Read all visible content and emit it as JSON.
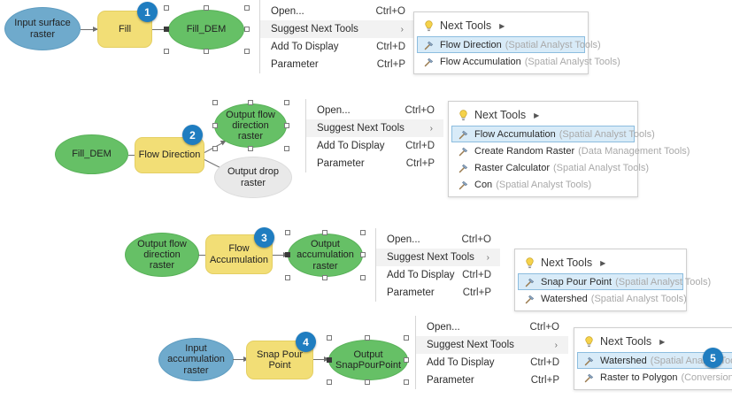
{
  "accent": {
    "badge_blue": "#1F7DC0",
    "select_fill": "#D8EBF8",
    "select_border": "#8CBDDF",
    "node_blue": "#6FAACC",
    "node_green": "#66C066",
    "node_yellow": "#F2DE76",
    "node_gray": "#E9E9E9",
    "menu_hover": "#F2F2F2"
  },
  "menu": {
    "open_label": "Open...",
    "open_accel": "Ctrl+O",
    "suggest_label": "Suggest Next Tools",
    "suggest_chevron": "›",
    "display_label": "Add To Display",
    "display_accel": "Ctrl+D",
    "parameter_label": "Parameter",
    "parameter_accel": "Ctrl+P"
  },
  "flyout": {
    "title": "Next Tools",
    "title_arrow": "▶",
    "bulb_icon": "lightbulb-icon",
    "tool_icon": "hammer-tool-icon"
  },
  "steps": [
    {
      "badge": "1",
      "nodes": [
        {
          "name": "input-surface-raster",
          "label": "Input surface\nraster",
          "shape": "oval",
          "color": "blue"
        },
        {
          "name": "fill-tool",
          "label": "Fill",
          "shape": "rect",
          "color": "yellow"
        },
        {
          "name": "fill-dem-output",
          "label": "Fill_DEM",
          "shape": "oval",
          "color": "green"
        }
      ],
      "tools": [
        {
          "name": "Flow Direction",
          "toolbox": "(Spatial Analyst Tools)",
          "selected": true
        },
        {
          "name": "Flow Accumulation",
          "toolbox": "(Spatial Analyst Tools)",
          "selected": false
        }
      ]
    },
    {
      "badge": "2",
      "nodes": [
        {
          "name": "fill-dem-input",
          "label": "Fill_DEM",
          "shape": "oval",
          "color": "green"
        },
        {
          "name": "flow-direction-tool",
          "label": "Flow Direction",
          "shape": "rect",
          "color": "yellow"
        },
        {
          "name": "output-flow-direction-raster",
          "label": "Output flow\ndirection\nraster",
          "shape": "oval",
          "color": "green"
        },
        {
          "name": "output-drop-raster",
          "label": "Output drop\nraster",
          "shape": "oval",
          "color": "gray"
        }
      ],
      "tools": [
        {
          "name": "Flow Accumulation",
          "toolbox": "(Spatial Analyst Tools)",
          "selected": true
        },
        {
          "name": "Create Random Raster",
          "toolbox": "(Data Management Tools)",
          "selected": false
        },
        {
          "name": "Raster Calculator",
          "toolbox": "(Spatial Analyst Tools)",
          "selected": false
        },
        {
          "name": "Con",
          "toolbox": "(Spatial Analyst Tools)",
          "selected": false
        }
      ]
    },
    {
      "badge": "3",
      "nodes": [
        {
          "name": "output-flow-direction-raster-input",
          "label": "Output flow\ndirection\nraster",
          "shape": "oval",
          "color": "green"
        },
        {
          "name": "flow-accumulation-tool",
          "label": "Flow\nAccumulation",
          "shape": "rect",
          "color": "yellow"
        },
        {
          "name": "output-accumulation-raster",
          "label": "Output\naccumulation\nraster",
          "shape": "oval",
          "color": "green"
        }
      ],
      "tools": [
        {
          "name": "Snap Pour Point",
          "toolbox": "(Spatial Analyst Tools)",
          "selected": true
        },
        {
          "name": "Watershed",
          "toolbox": "(Spatial Analyst Tools)",
          "selected": false
        }
      ]
    },
    {
      "badge": "4",
      "badge2": "5",
      "nodes": [
        {
          "name": "input-accumulation-raster",
          "label": "Input\naccumulation\nraster",
          "shape": "oval",
          "color": "blue"
        },
        {
          "name": "snap-pour-point-tool",
          "label": "Snap Pour\nPoint",
          "shape": "rect",
          "color": "yellow"
        },
        {
          "name": "output-snappourpoint",
          "label": "Output\nSnapPourPoint",
          "shape": "oval",
          "color": "green"
        }
      ],
      "tools": [
        {
          "name": "Watershed",
          "toolbox": "(Spatial Analyst Tools)",
          "selected": true
        },
        {
          "name": "Raster to Polygon",
          "toolbox": "(Conversion Tools)",
          "selected": false
        }
      ]
    }
  ]
}
